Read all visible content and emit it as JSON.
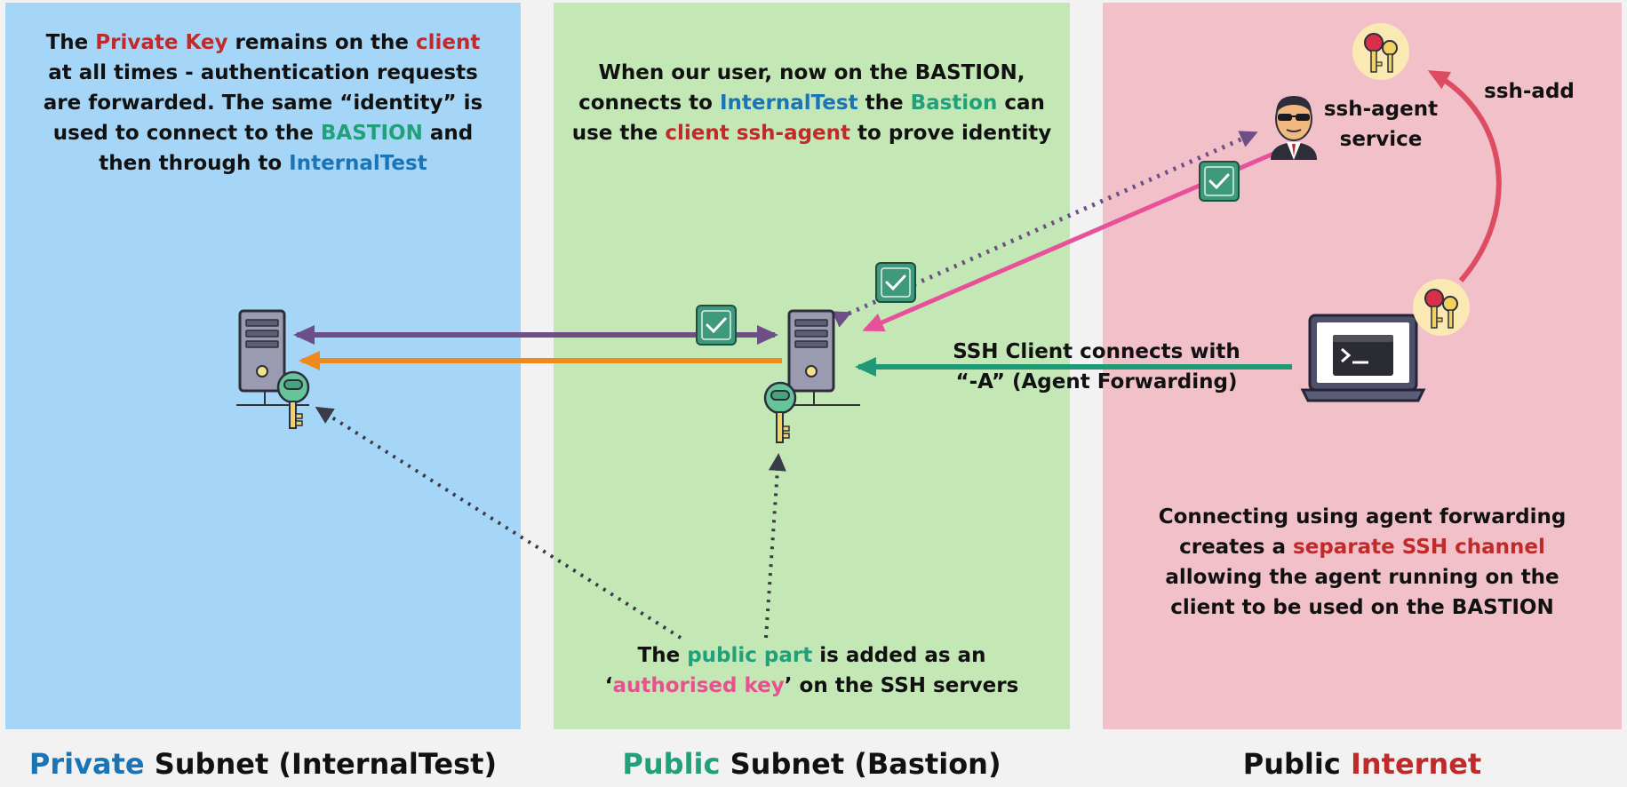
{
  "panels": {
    "private": {
      "text": {
        "l1_a": "The ",
        "l1_b": "Private Key",
        "l1_c": " remains on the ",
        "l1_d": "client",
        "l2": "at all times - authentication requests",
        "l3": "are forwarded. The same “identity” is",
        "l4_a": "used to connect to the ",
        "l4_b": "BASTION",
        "l4_c": " and",
        "l5_a": "then through to ",
        "l5_b": "InternalTest"
      },
      "title": {
        "a": "Private",
        "b": " Subnet (InternalTest)"
      }
    },
    "public": {
      "text_top": {
        "l1": "When our user, now on the BASTION,",
        "l2_a": "connects to ",
        "l2_b": "InternalTest",
        "l2_c": " the ",
        "l2_d": "Bastion",
        "l2_e": " can",
        "l3_a": "use the ",
        "l3_b": "client ssh-agent",
        "l3_c": " to prove identity"
      },
      "text_bottom": {
        "l1_a": "The ",
        "l1_b": "public part",
        "l1_c": " is added as an",
        "l2_a": "‘",
        "l2_b": "authorised key",
        "l2_c": "’ on the SSH servers"
      },
      "title": {
        "a": "Public",
        "b": " Subnet (Bastion)"
      }
    },
    "internet": {
      "agent_label": {
        "l1": "ssh-agent",
        "l2": "service"
      },
      "ssh_add": "ssh-add",
      "client_label": {
        "l1": "SSH Client connects with",
        "l2": "“-A” (Agent Forwarding)"
      },
      "text_bottom": {
        "l1": "Connecting using agent forwarding",
        "l2_a": "creates a ",
        "l2_b": "separate SSH channel",
        "l3": "allowing the agent running on the",
        "l4": "client to be used on the BASTION"
      },
      "title": {
        "a": "Public ",
        "b": "Internet"
      }
    }
  },
  "colors": {
    "private_bg": "#a6d6f7",
    "public_bg": "#c3e8b5",
    "internet_bg": "#f1c0c9",
    "accent_red": "#c02a2a",
    "accent_blue": "#1b74b5",
    "accent_green": "#21a07a",
    "accent_pink": "#e8508f",
    "arrow_purple": "#6e4e86",
    "arrow_orange": "#ee8a1e",
    "arrow_teal": "#1e9a76",
    "arrow_magenta": "#e8509a",
    "arrow_red": "#dd4c61"
  },
  "icons": [
    "server-icon",
    "key-icon",
    "checkmark-badge-icon",
    "agent-person-icon",
    "laptop-terminal-icon",
    "private-key-icon"
  ]
}
